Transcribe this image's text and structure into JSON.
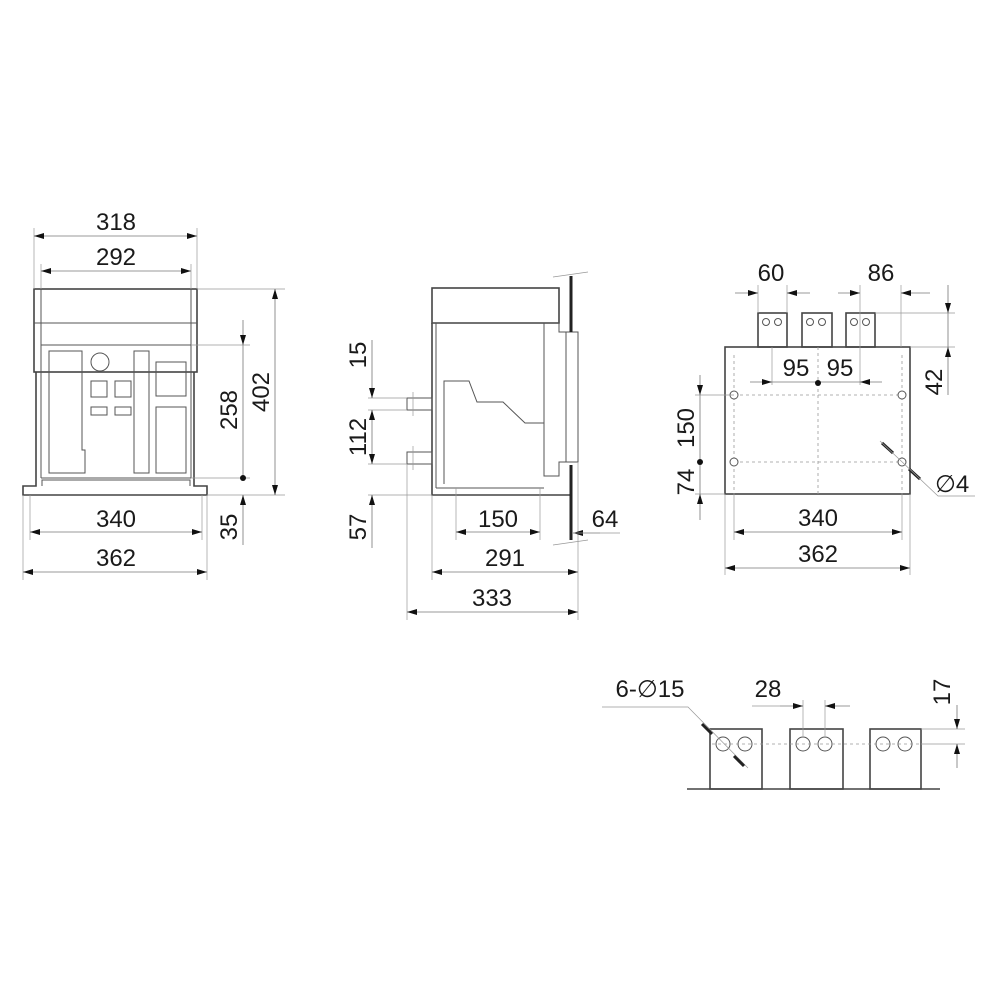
{
  "front_view": {
    "width_top": "318",
    "width_inner": "292",
    "height_body": "258",
    "height_total": "402",
    "foot_height": "35",
    "mount_width": "340",
    "base_width": "362"
  },
  "side_view": {
    "terminal_top": "15",
    "terminal_spacing": "112",
    "terminal_bottom": "57",
    "mount_depth": "150",
    "body_depth": "291",
    "total_depth": "333",
    "panel": "64"
  },
  "rear_view": {
    "terminal_width": "60",
    "terminal_pitch": "86",
    "center_left": "95",
    "center_right": "95",
    "terminal_height": "42",
    "hole_vertical": "150",
    "hole_bottom": "74",
    "hole_diameter": "∅4",
    "hole_spacing": "340",
    "base_width": "362"
  },
  "terminal_detail": {
    "holes": "6-∅15",
    "hole_pitch": "28",
    "hole_offset": "17"
  }
}
